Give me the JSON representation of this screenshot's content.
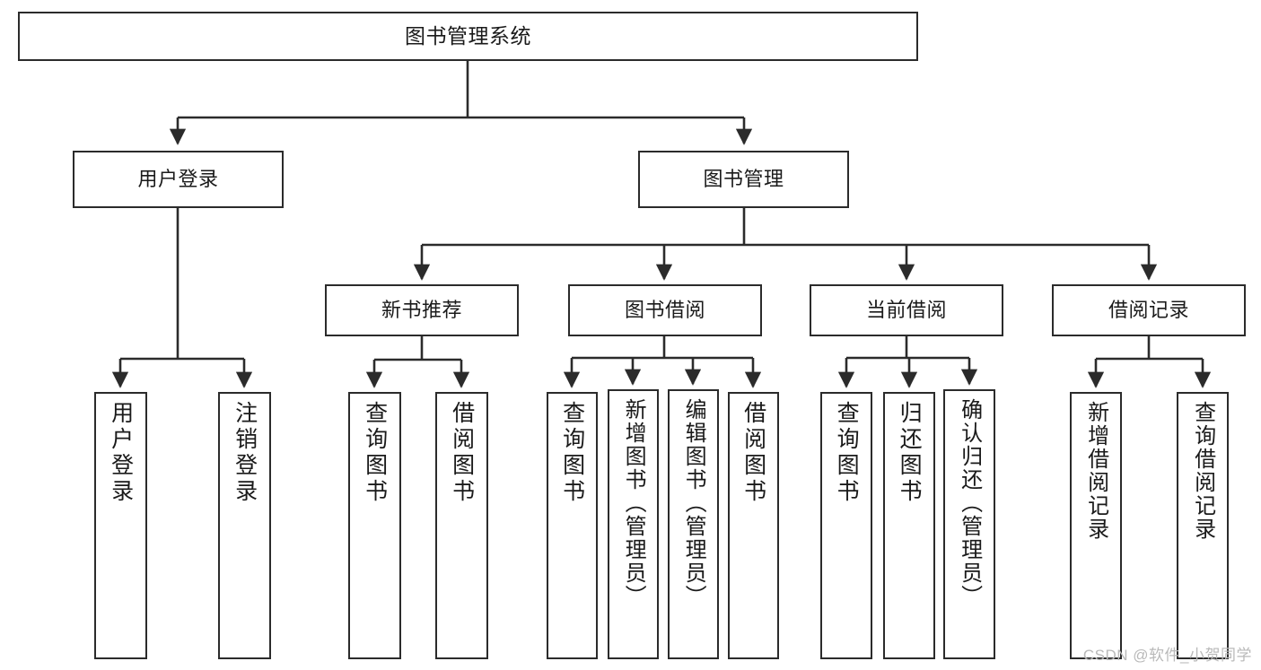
{
  "diagram": {
    "title": "图书管理系统",
    "type": "tree-hierarchy-chart",
    "line_color": "#2b2b2b",
    "box_fill": "#ffffff",
    "text_color": "#1a1a1a",
    "watermark": "CSDN @软件_小贺同学"
  },
  "nodes": {
    "root": {
      "label": "图书管理系统"
    },
    "level2": [
      {
        "label": "用户登录"
      },
      {
        "label": "图书管理"
      }
    ],
    "level3": [
      {
        "label": "新书推荐"
      },
      {
        "label": "图书借阅"
      },
      {
        "label": "当前借阅"
      },
      {
        "label": "借阅记录"
      }
    ],
    "leaves": {
      "user_login": [
        {
          "label": "用户登录"
        },
        {
          "label": "注销登录"
        }
      ],
      "new_book_recommend": [
        {
          "label": "查询图书"
        },
        {
          "label": "借阅图书"
        }
      ],
      "book_borrow": [
        {
          "label": "查询图书"
        },
        {
          "label": "新增图书（管理员）"
        },
        {
          "label": "编辑图书（管理员）"
        },
        {
          "label": "借阅图书"
        }
      ],
      "current_borrow": [
        {
          "label": "查询图书"
        },
        {
          "label": "归还图书"
        },
        {
          "label": "确认归还（管理员）"
        }
      ],
      "borrow_record": [
        {
          "label": "新增借阅记录"
        },
        {
          "label": "查询借阅记录"
        }
      ]
    }
  }
}
